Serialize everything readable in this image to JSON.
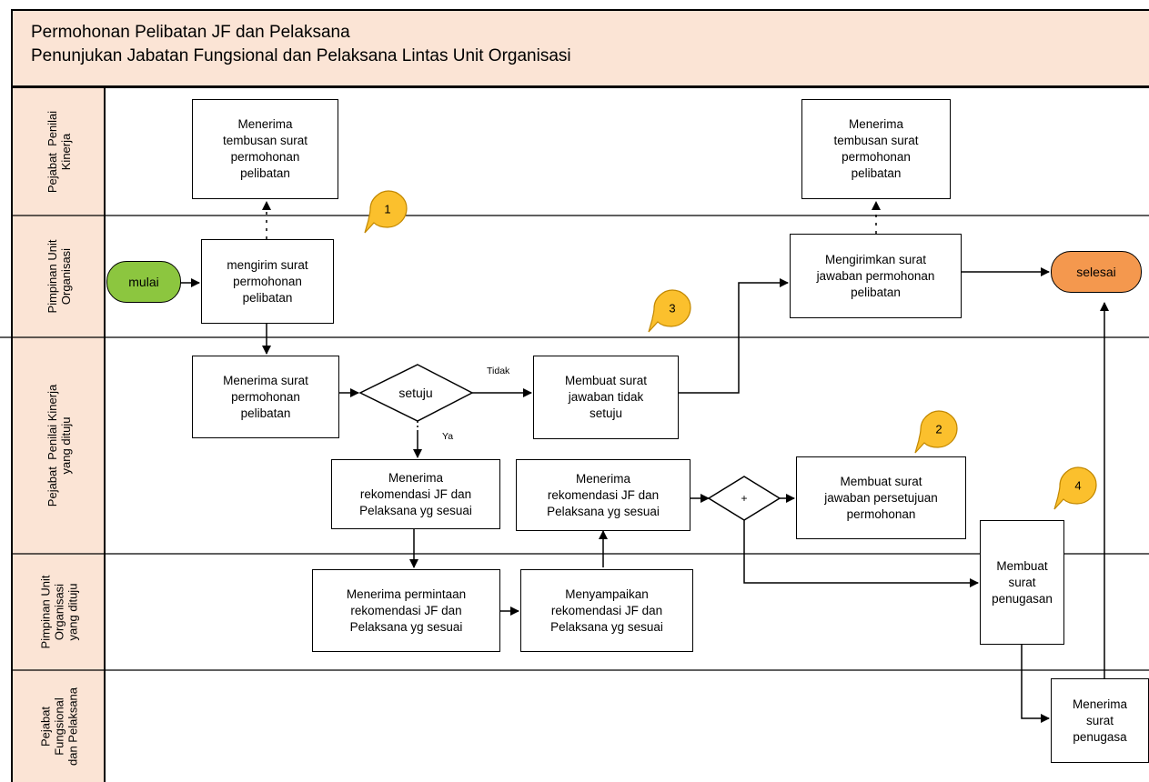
{
  "header": {
    "title_line1": "Permohonan Pelibatan JF dan Pelaksana",
    "title_line2": "Penunjukan Jabatan Fungsional dan Pelaksana Lintas Unit Organisasi"
  },
  "lanes": [
    {
      "label": "Pejabat  Penilai\nKinerja"
    },
    {
      "label": "Pimpinan Unit\nOrganisasi"
    },
    {
      "label": "Pejabat  Penilai Kinerja\nyang dituju"
    },
    {
      "label": "Pimpinan Unit\nOrganisasi\nyang dituju"
    },
    {
      "label": "Pejabat\nFungsional\ndan Pelaksana"
    }
  ],
  "nodes": {
    "mulai": "mulai",
    "selesai": "selesai",
    "tembusan1": "Menerima\ntembusan surat\npermohonan\npelibatan",
    "tembusan2": "Menerima\ntembusan surat\npermohonan\npelibatan",
    "mengirim": "mengirim surat\npermohonan\npelibatan",
    "mengirimkan_jawaban": "Mengirimkan surat\njawaban permohonan\npelibatan",
    "menerima_surat": "Menerima surat\npermohonan\npelibatan",
    "setuju": "setuju",
    "jawaban_tidak": "Membuat surat\njawaban tidak\nsetuju",
    "rekomendasi1": "Menerima\nrekomendasi JF dan\nPelaksana yg sesuai",
    "rekomendasi2": "Menerima\nrekomendasi JF dan\nPelaksana yg sesuai",
    "gateway": "+",
    "persetujuan": "Membuat surat\njawaban persetujuan\npermohonan",
    "permintaan": "Menerima permintaan\nrekomendasi JF dan\nPelaksana yg sesuai",
    "menyampaikan": "Menyampaikan\nrekomendasi JF dan\nPelaksana yg sesuai",
    "penugasan": "Membuat\nsurat\npenugasan",
    "menerima_penugasan": "Menerima\nsurat\npenugasa"
  },
  "edge_labels": {
    "tidak": "Tidak",
    "ya": "Ya"
  },
  "callouts": [
    "1",
    "2",
    "3",
    "4"
  ],
  "colors": {
    "header_fill": "#fbe4d5",
    "start_fill": "#8cc63f",
    "end_fill": "#f4984e",
    "callout_fill": "#fbc02d",
    "callout_stroke": "#c28800"
  }
}
